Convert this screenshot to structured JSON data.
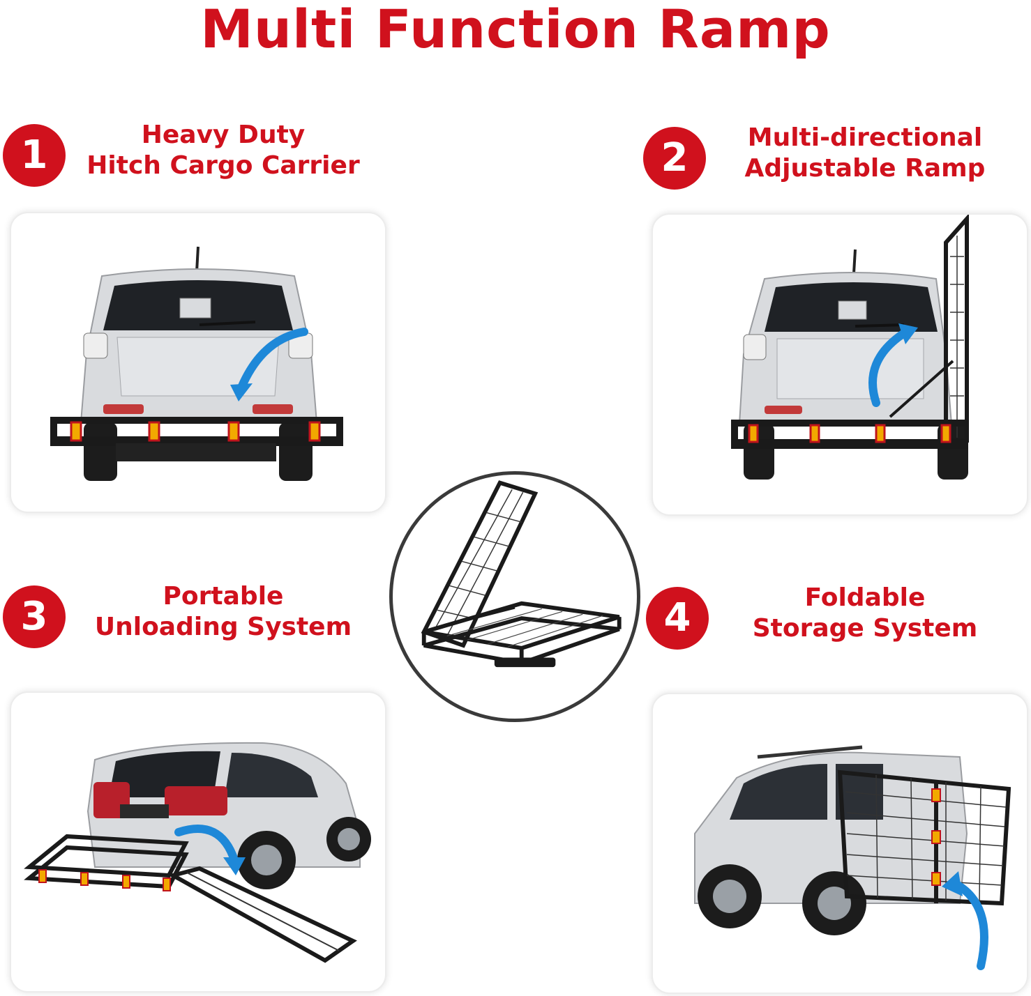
{
  "title": "Multi Function Ramp",
  "colors": {
    "accent_red": "#d0111d",
    "arrow_blue": "#1e88d8",
    "carrier_black": "#1a1a1a",
    "car_silver": "#d9dbde"
  },
  "features": [
    {
      "number": "1",
      "line1": "Heavy Duty",
      "line2": "Hitch Cargo Carrier",
      "image": "suv-rear-with-cargo-carrier"
    },
    {
      "number": "2",
      "line1": "Multi-directional",
      "line2": "Adjustable Ramp",
      "image": "suv-rear-with-raised-ramp"
    },
    {
      "number": "3",
      "line1": "Portable",
      "line2": "Unloading System",
      "image": "wagon-with-deployed-ramp"
    },
    {
      "number": "4",
      "line1": "Foldable",
      "line2": "Storage System",
      "image": "suv-with-folded-carrier"
    }
  ],
  "center_image": "cargo-carrier-with-ramp"
}
